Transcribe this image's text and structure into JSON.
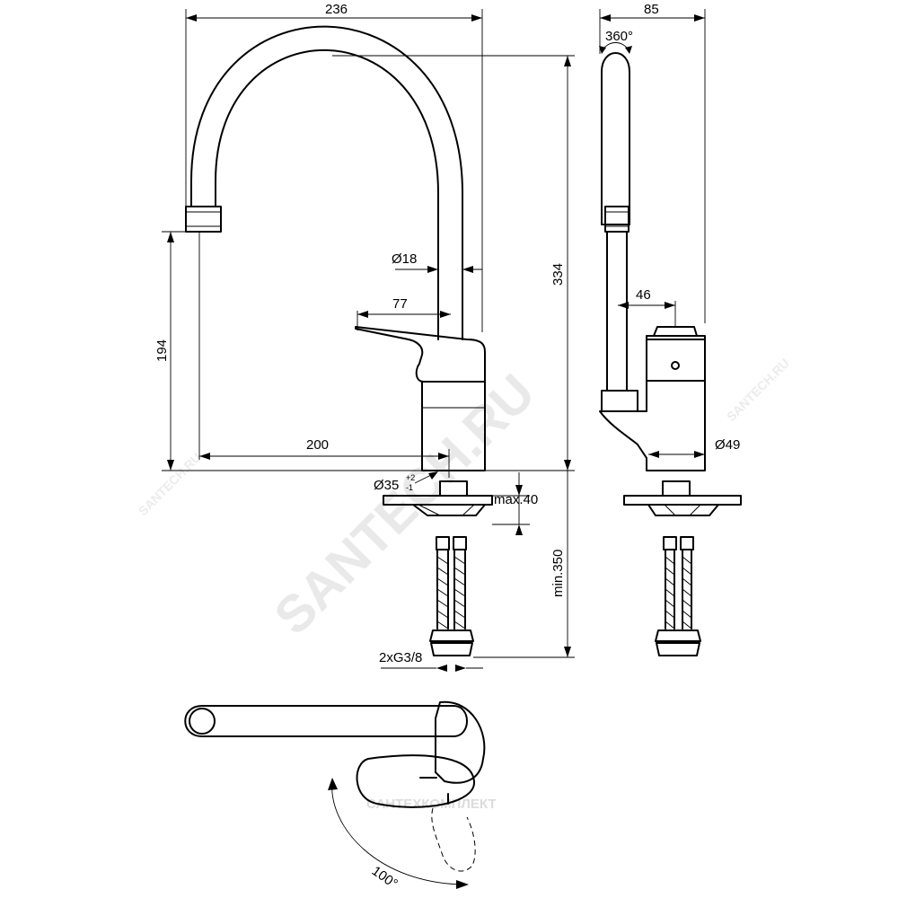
{
  "dimensions": {
    "overall_width": "236",
    "side_width": "85",
    "swivel_angle": "360°",
    "spout_diameter": "Ø18",
    "handle_length": "77",
    "overall_height": "334",
    "outlet_height": "194",
    "spout_reach": "200",
    "side_depth": "46",
    "body_diameter": "Ø49",
    "mounting_hole": "Ø35",
    "mounting_hole_tol_upper": "+2",
    "mounting_hole_tol_lower": "-1",
    "max_deck_thickness": "max.40",
    "min_hose_length": "min.350",
    "connection_thread": "2xG3/8",
    "lever_angle": "100°"
  },
  "watermarks": {
    "main": "SANTECH.RU",
    "small_left": "SANTECH.RU",
    "small_right": "SANTECH.RU",
    "plan_view": "САНТЕХКОМПЛЕКТ"
  }
}
